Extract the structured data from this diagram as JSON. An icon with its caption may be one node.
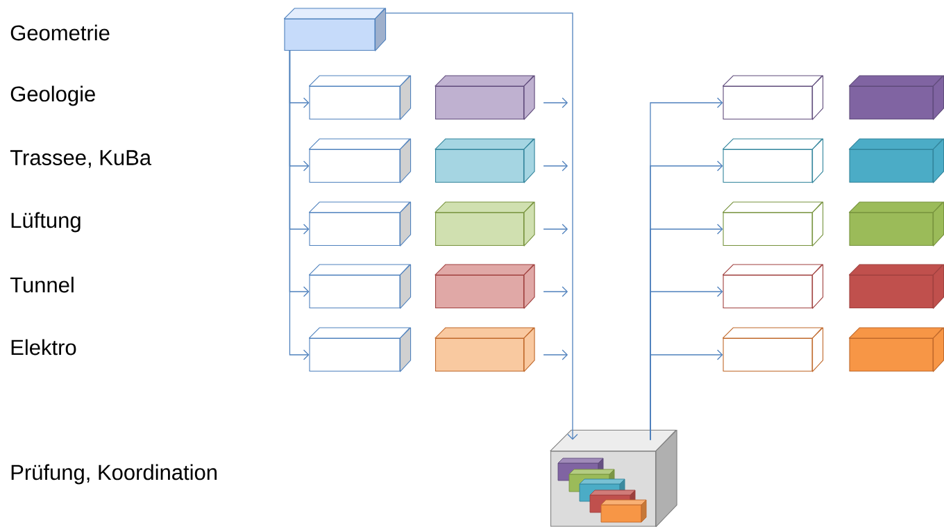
{
  "diagram": {
    "nodes": [
      {
        "text": [],
        "shape": "box"
      },
      {
        "text": [],
        "shape": "box"
      },
      {
        "text": [],
        "shape": "box"
      },
      {
        "text": [],
        "shape": "box"
      },
      {
        "text": [],
        "shape": "box"
      },
      {
        "text": [],
        "shape": "box"
      },
      {
        "text": [],
        "shape": "box"
      },
      {
        "text": [],
        "shape": "box"
      },
      {
        "text": [],
        "shape": "box"
      },
      {
        "text": [],
        "shape": "box"
      },
      {
        "text": [],
        "shape": "box"
      },
      {
        "text": [],
        "shape": "box"
      },
      {
        "text": [],
        "shape": "box"
      },
      {
        "text": [],
        "shape": "box"
      },
      {
        "text": [],
        "shape": "box"
      },
      {
        "text": [],
        "shape": "box"
      },
      {
        "text": [],
        "shape": "box"
      },
      {
        "text": [],
        "shape": "box"
      },
      {
        "text": [],
        "shape": "box"
      },
      {
        "text": [],
        "shape": "box"
      },
      {
        "text": [],
        "shape": "box"
      },
      {
        "text": [],
        "shape": "box"
      }
    ],
    "edges": [
      {
        "from": 0,
        "to": 1,
        "arrow": "to"
      },
      {
        "from": 0,
        "to": 2,
        "arrow": "to"
      },
      {
        "from": 0,
        "to": 3,
        "arrow": "to"
      },
      {
        "from": 0,
        "to": 4,
        "arrow": "to"
      },
      {
        "from": 0,
        "to": 5,
        "arrow": "to"
      },
      {
        "from": 0,
        "to": 11,
        "arrow": "to"
      },
      {
        "from": 6,
        "to": null,
        "arrow": "to"
      },
      {
        "from": 7,
        "to": null,
        "arrow": "to"
      },
      {
        "from": 8,
        "to": null,
        "arrow": "to"
      },
      {
        "from": 9,
        "to": null,
        "arrow": "to"
      },
      {
        "from": 10,
        "to": null,
        "arrow": "to"
      },
      {
        "from": 11,
        "to": 12,
        "arrow": "to"
      },
      {
        "from": 11,
        "to": 13,
        "arrow": "to"
      },
      {
        "from": 11,
        "to": 14,
        "arrow": "to"
      },
      {
        "from": 11,
        "to": 15,
        "arrow": "to"
      },
      {
        "from": 11,
        "to": 16,
        "arrow": "to"
      }
    ],
    "labels": [
      "Geometrie",
      "Geologie",
      "Trassee, KuBa",
      "Lüftung",
      "Tunnel",
      "Elektro",
      "Prüfung, Koordination"
    ]
  }
}
